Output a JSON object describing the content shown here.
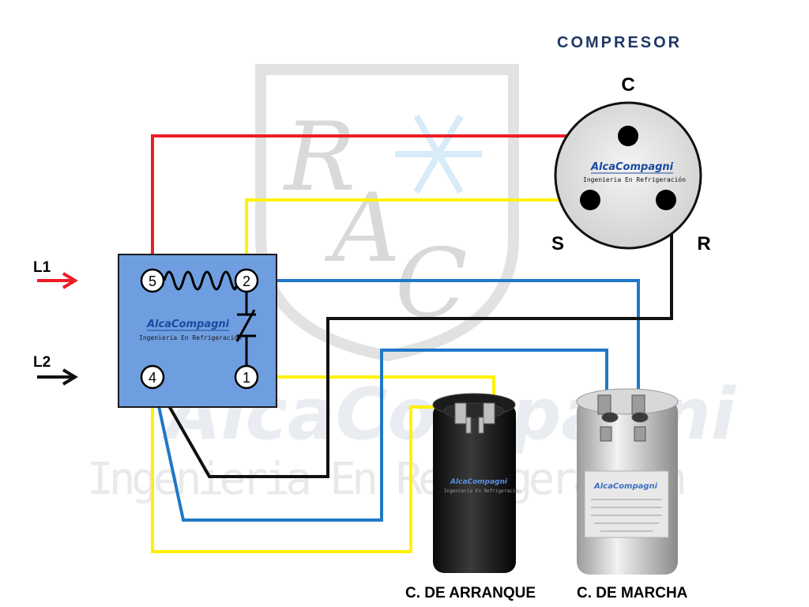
{
  "title": "COMPRESOR",
  "compressor": {
    "terminal_common": "C",
    "terminal_start": "S",
    "terminal_run": "R",
    "brand": "AlcaCompagni",
    "subtitle": "Ingenieria En Refrigeración"
  },
  "lines": {
    "l1": "L1",
    "l2": "L2"
  },
  "relay": {
    "brand": "AlcaCompagni",
    "subtitle": "Ingenieria En Refrigeración",
    "terminals": [
      "5",
      "2",
      "4",
      "1"
    ]
  },
  "capacitors": {
    "start": {
      "label": "C. DE ARRANQUE",
      "brand": "AlcaCompagni",
      "subtitle": "Ingenieria En Refrigeración"
    },
    "run": {
      "label": "C. DE MARCHA",
      "brand": "AlcaCompagni"
    }
  },
  "watermark": {
    "letters": [
      "R",
      "A",
      "C"
    ],
    "brand": "AlcaCompagni",
    "subtitle": "Ingenieria En Refrigeración"
  },
  "wire_colors": {
    "red": "#ee1c25",
    "yellow": "#fff200",
    "blue": "#1f78c8",
    "black": "#111111"
  },
  "relay_fill": "#6f9ee0",
  "title_color": "#1f3864"
}
